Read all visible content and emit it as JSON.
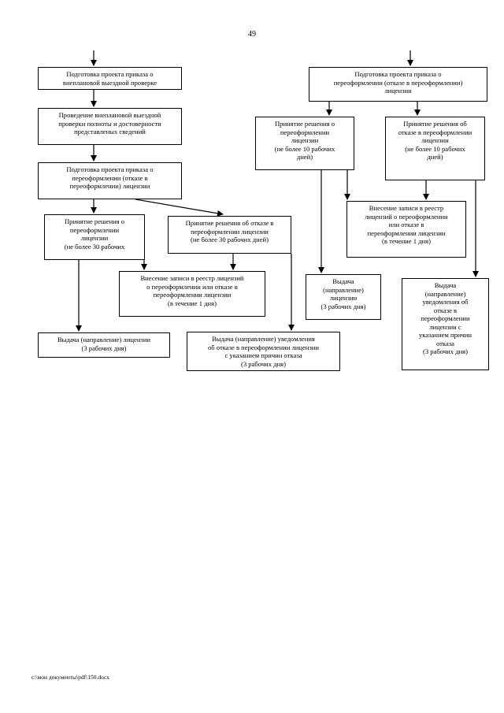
{
  "page": {
    "number": "49",
    "footer": "c:\\мои документы\\pdf\\150.docx"
  },
  "left_branch": {
    "b1": "Подготовка проекта приказа о\nвнеплановой выездной проверке",
    "b2": "Проведение внеплановой выездной\nпроверки полноты и достоверности\nпредставленых сведений",
    "b3": "Подготовка проекта приказа о\nпереоформлении (отказе в\nпереоформлении) лицензии",
    "b4": "Принятие решения о\nпереоформлении\nлицензии\n(не более 30 рабочих",
    "b5": "Принятие решения об отказе в\nпереоформлении лицензии\n(не более 30 рабочих дней)",
    "b6": "Внесение записи в реестр лицензий\nо переоформлении или отказе в\nпереоформлении лицензии\n(в течение 1 дня)",
    "b7": "Выдача (направление) лицензии\n(3 рабочих дня)",
    "b8": "Выдача (направление) уведомления\nоб отказе в переоформлении лицензии\nс указанием причин отказа\n(3 рабочих дня)"
  },
  "right_branch": {
    "r1": "Подготовка проекта приказа о\nпереоформлении (отказе в переоформлении)\nлицензии",
    "r2": "Принятие решения о\nпереоформлении\nлицензии\n(не более 10 рабочих\nдней)",
    "r3": "Принятие решения об\nотказе в переоформлении\nлицензии\n(не более 10 рабочих\nдней)",
    "r4": "Внесение записи в реестр\nлицензий о переоформлении\nили отказе в\nпереоформлении лицензии\n(в течение 1 дня)",
    "r5": "Выдача\n(направление)\nлицензии\n(3 рабочих дня)",
    "r6": "Выдача\n(направление)\nуведомления об\nотказе в\nпереоформлении\nлицензии с\nуказанием причин\nотказа\n(3 рабочих дня)"
  }
}
